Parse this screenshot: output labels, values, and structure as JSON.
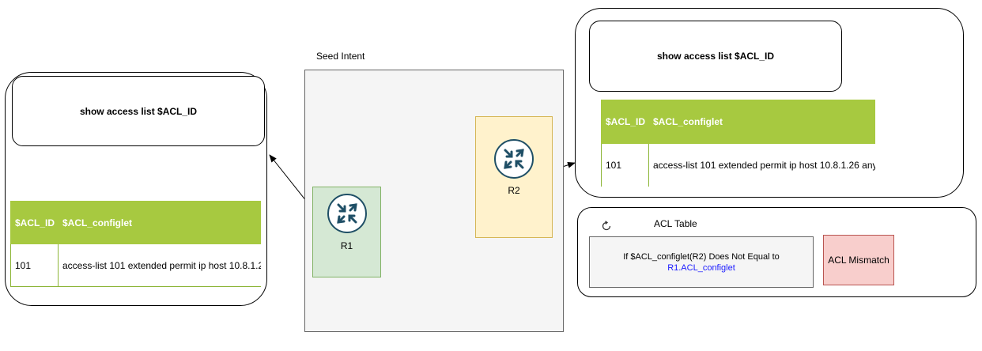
{
  "seed_intent": {
    "title": "Seed Intent"
  },
  "routers": [
    {
      "label": "R1"
    },
    {
      "label": "R2"
    }
  ],
  "left_panel": {
    "query": "show access list $ACL_ID",
    "table": {
      "headers": [
        "$ACL_ID",
        "$ACL_configlet"
      ],
      "rows": [
        [
          "101",
          "access-list 101 extended permit ip host 10.8.1.2"
        ]
      ]
    }
  },
  "right_panel": {
    "query": "show access list $ACL_ID",
    "table": {
      "headers": [
        "$ACL_ID",
        "$ACL_configlet"
      ],
      "rows": [
        [
          "101",
          "access-list 101 extended permit ip host 10.8.1.26 any"
        ]
      ]
    }
  },
  "acl_table": {
    "title": "ACL Table",
    "condition_prefix": "If $ACL_configlet(R2)  Does Not Equal to",
    "condition_ref": "R1.ACL_configlet",
    "result": "ACL Mismatch"
  },
  "colors": {
    "table_header": "#a7c940",
    "router_r1_fill": "#d5e8d4",
    "router_r2_fill": "#fff2cc",
    "mismatch_fill": "#f8cecc",
    "link_blue": "#1a1aff"
  },
  "icons": {
    "router": "router-icon",
    "refresh": "refresh-icon"
  }
}
